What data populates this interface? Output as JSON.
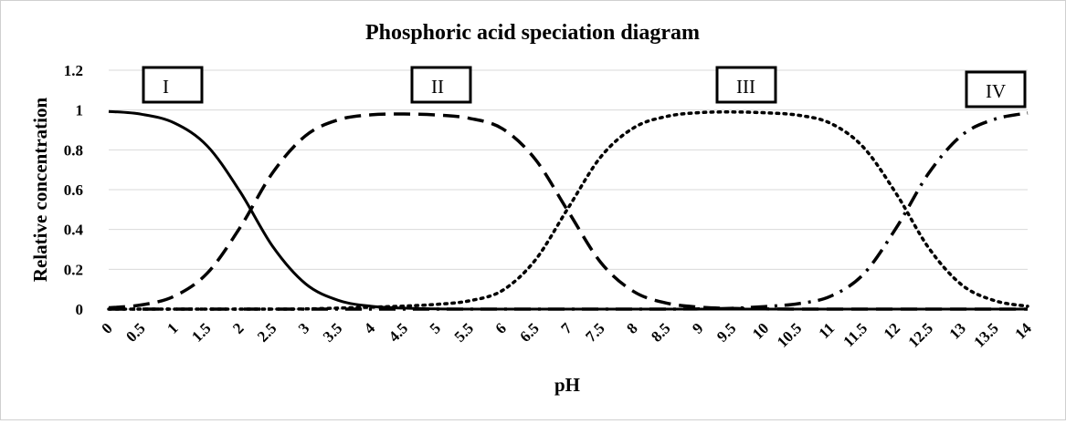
{
  "chart_data": {
    "type": "line",
    "title": "Phosphoric acid speciation diagram",
    "xlabel": "pH",
    "ylabel": "Relative concentration",
    "xlim": [
      0,
      14
    ],
    "ylim": [
      0,
      1.2
    ],
    "x_ticks": [
      "0",
      "0.5",
      "1",
      "1.5",
      "2",
      "2.5",
      "3",
      "3.5",
      "4",
      "4.5",
      "5",
      "5.5",
      "6",
      "6.5",
      "7",
      "7.5",
      "8",
      "8.5",
      "9",
      "9.5",
      "10",
      "10.5",
      "11",
      "11.5",
      "12",
      "12.5",
      "13",
      "13.5",
      "14"
    ],
    "y_ticks": [
      "0",
      "0.2",
      "0.4",
      "0.6",
      "0.8",
      "1",
      "1.2"
    ],
    "grid": "horizontal",
    "legend": "none",
    "line_color": "#000000",
    "x": [
      0,
      0.5,
      1,
      1.5,
      2,
      2.5,
      3,
      3.5,
      4,
      4.5,
      5,
      5.5,
      6,
      6.5,
      7,
      7.5,
      8,
      8.5,
      9,
      9.5,
      10,
      10.5,
      11,
      11.5,
      12,
      12.5,
      13,
      13.5,
      14
    ],
    "series": [
      {
        "label": "I",
        "line_style": "solid",
        "values": [
          0.993,
          0.979,
          0.935,
          0.82,
          0.591,
          0.314,
          0.127,
          0.044,
          0.014,
          0.005,
          0.001,
          0,
          0,
          0,
          0,
          0,
          0,
          0,
          0,
          0,
          0,
          0,
          0,
          0,
          0,
          0,
          0,
          0,
          0
        ]
      },
      {
        "label": "II",
        "line_style": "dashed",
        "values": [
          0.007,
          0.021,
          0.065,
          0.18,
          0.409,
          0.686,
          0.871,
          0.951,
          0.976,
          0.98,
          0.975,
          0.958,
          0.906,
          0.752,
          0.491,
          0.233,
          0.088,
          0.03,
          0.01,
          0.003,
          0.001,
          0,
          0,
          0,
          0,
          0,
          0,
          0,
          0
        ]
      },
      {
        "label": "III",
        "line_style": "dotted",
        "values": [
          0,
          0,
          0,
          0,
          0,
          0,
          0.001,
          0.005,
          0.01,
          0.015,
          0.024,
          0.042,
          0.094,
          0.247,
          0.508,
          0.766,
          0.911,
          0.968,
          0.987,
          0.99,
          0.986,
          0.974,
          0.933,
          0.812,
          0.579,
          0.304,
          0.121,
          0.042,
          0.014
        ]
      },
      {
        "label": "IV",
        "line_style": "dash-dot",
        "values": [
          0,
          0,
          0,
          0,
          0,
          0,
          0,
          0,
          0,
          0,
          0,
          0,
          0,
          0,
          0,
          0,
          0,
          0,
          0.001,
          0.004,
          0.013,
          0.027,
          0.065,
          0.176,
          0.409,
          0.686,
          0.874,
          0.954,
          0.985
        ]
      }
    ]
  }
}
